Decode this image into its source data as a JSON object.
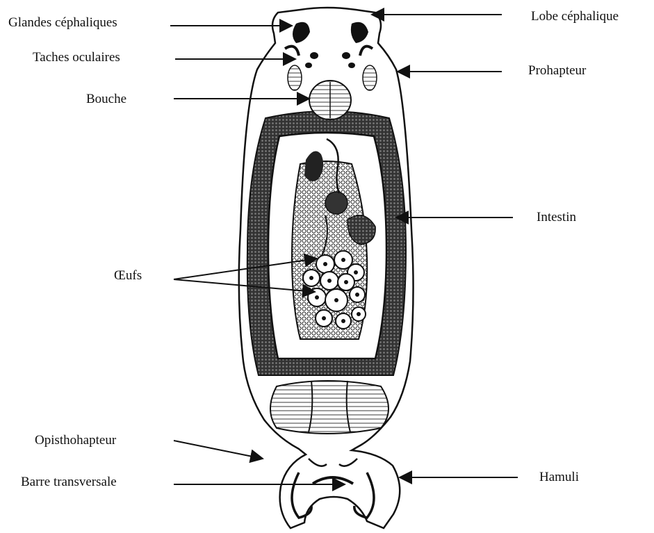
{
  "labels": {
    "glandes_cephaliques": "Glandes céphaliques",
    "taches_oculaires": "Taches oculaires",
    "bouche": "Bouche",
    "lobe_cephalique": "Lobe céphalique",
    "prohapteur": "Prohapteur",
    "intestin": "Intestin",
    "oeufs": "Œufs",
    "opisthohapteur": "Opisthohapteur",
    "barre_transversale": "Barre transversale",
    "hamuli": "Hamuli"
  },
  "colors": {
    "ink": "#111111",
    "background": "#ffffff"
  }
}
